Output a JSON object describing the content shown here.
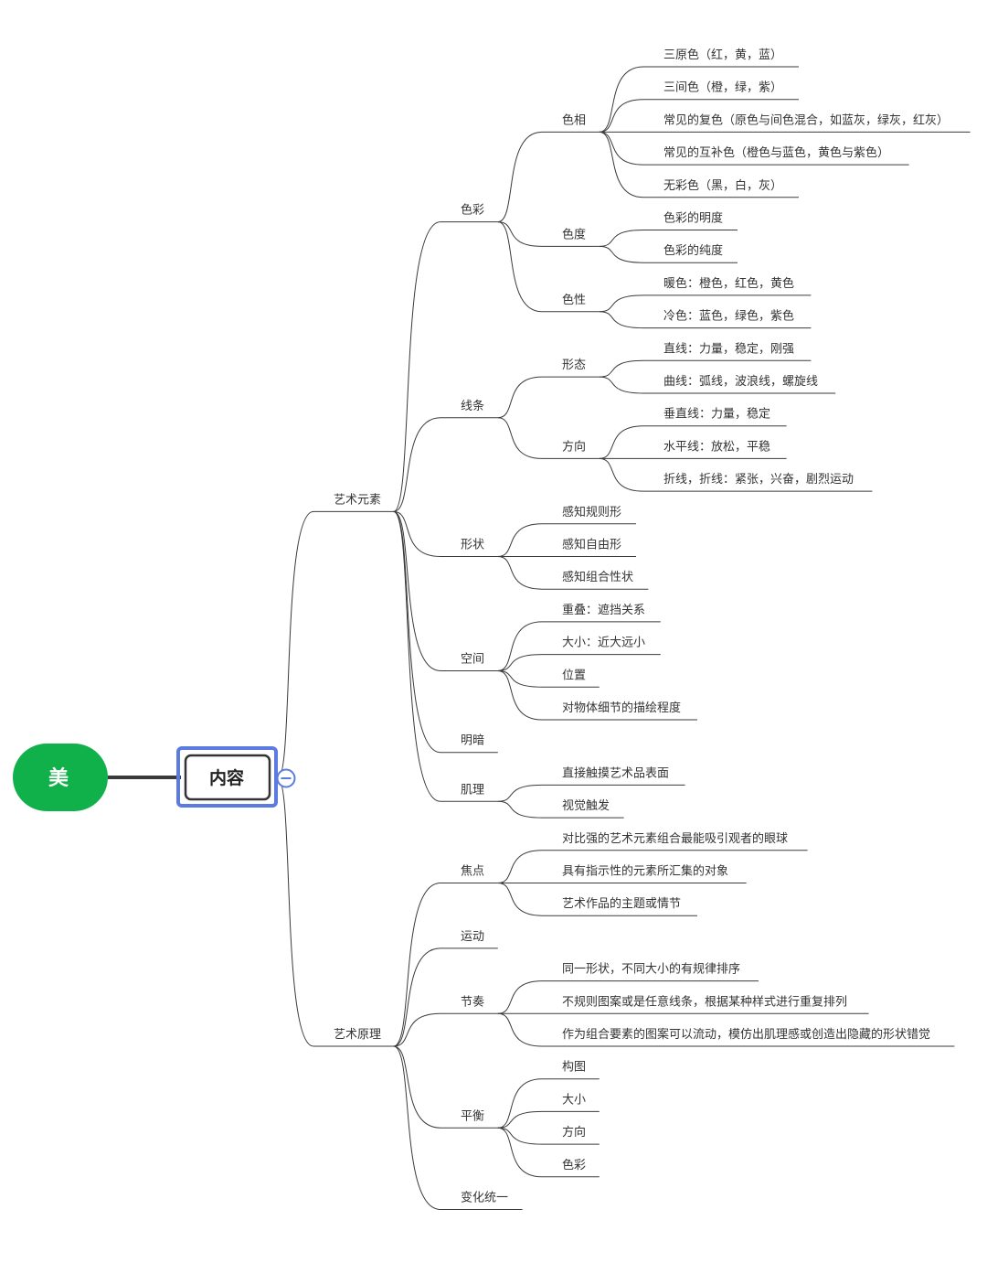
{
  "root": {
    "label": "美",
    "color": "#10b04a"
  },
  "main": {
    "label": "内容",
    "selection_color": "#5b7be0",
    "collapse_icon": "minus-circle-icon"
  },
  "branches": [
    {
      "label": "艺术元素",
      "children": [
        {
          "label": "色彩",
          "children": [
            {
              "label": "色相",
              "children": [
                {
                  "label": "三原色（红，黄，蓝）"
                },
                {
                  "label": "三间色（橙，绿，紫）"
                },
                {
                  "label": "常见的复色（原色与间色混合，如蓝灰，绿灰，红灰）"
                },
                {
                  "label": "常见的互补色（橙色与蓝色，黄色与紫色）"
                },
                {
                  "label": "无彩色（黑，白，灰）"
                }
              ]
            },
            {
              "label": "色度",
              "children": [
                {
                  "label": "色彩的明度"
                },
                {
                  "label": "色彩的纯度"
                }
              ]
            },
            {
              "label": "色性",
              "children": [
                {
                  "label": "暖色：橙色，红色，黄色"
                },
                {
                  "label": "冷色：蓝色，绿色，紫色"
                }
              ]
            }
          ]
        },
        {
          "label": "线条",
          "children": [
            {
              "label": "形态",
              "children": [
                {
                  "label": "直线：力量，稳定，刚强"
                },
                {
                  "label": "曲线：弧线，波浪线，螺旋线"
                }
              ]
            },
            {
              "label": "方向",
              "children": [
                {
                  "label": "垂直线：力量，稳定"
                },
                {
                  "label": "水平线：放松，平稳"
                },
                {
                  "label": "折线，折线：紧张，兴奋，剧烈运动"
                }
              ]
            }
          ]
        },
        {
          "label": "形状",
          "children": [
            {
              "label": "感知规则形"
            },
            {
              "label": "感知自由形"
            },
            {
              "label": "感知组合性状"
            }
          ]
        },
        {
          "label": "空间",
          "children": [
            {
              "label": "重叠：遮挡关系"
            },
            {
              "label": "大小：近大远小"
            },
            {
              "label": "位置"
            },
            {
              "label": "对物体细节的描绘程度"
            }
          ]
        },
        {
          "label": "明暗"
        },
        {
          "label": "肌理",
          "children": [
            {
              "label": "直接触摸艺术品表面"
            },
            {
              "label": "视觉触发"
            }
          ]
        }
      ]
    },
    {
      "label": "艺术原理",
      "children": [
        {
          "label": "焦点",
          "children": [
            {
              "label": "对比强的艺术元素组合最能吸引观者的眼球"
            },
            {
              "label": "具有指示性的元素所汇集的对象"
            },
            {
              "label": "艺术作品的主题或情节"
            }
          ]
        },
        {
          "label": "运动"
        },
        {
          "label": "节奏",
          "children": [
            {
              "label": "同一形状，不同大小的有规律排序"
            },
            {
              "label": "不规则图案或是任意线条，根据某种样式进行重复排列"
            },
            {
              "label": "作为组合要素的图案可以流动，模仿出肌理感或创造出隐藏的形状错觉"
            }
          ]
        },
        {
          "label": "平衡",
          "children": [
            {
              "label": "构图"
            },
            {
              "label": "大小"
            },
            {
              "label": "方向"
            },
            {
              "label": "色彩"
            }
          ]
        },
        {
          "label": "变化统一"
        }
      ]
    }
  ]
}
